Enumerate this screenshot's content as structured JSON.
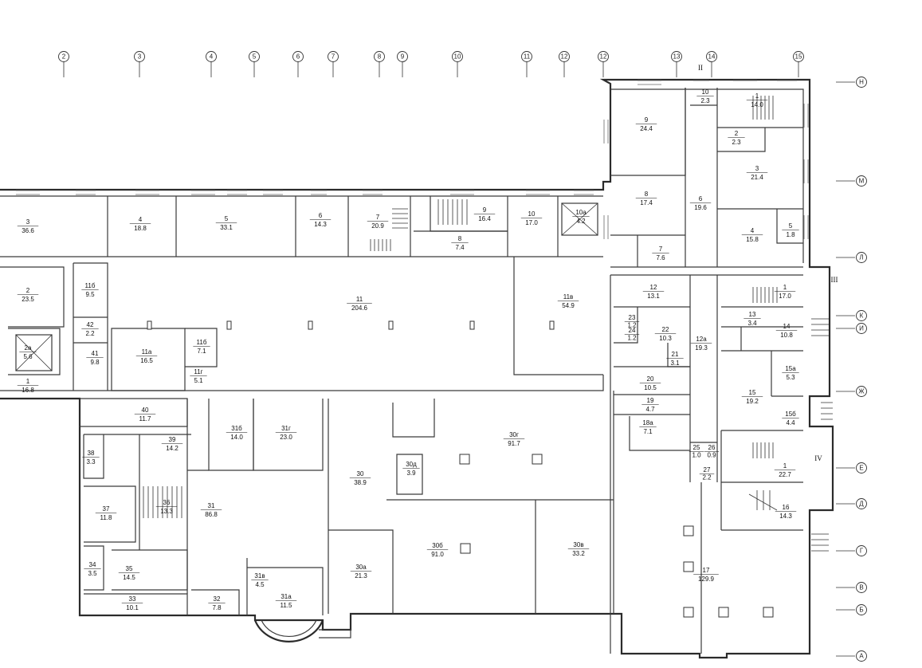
{
  "axes_top": [
    "2",
    "3",
    "4",
    "5",
    "6",
    "7",
    "8",
    "9",
    "10",
    "11",
    "12",
    "12",
    "13",
    "14",
    "15"
  ],
  "axes_right": [
    "Н",
    "М",
    "Л",
    "К",
    "И",
    "Ж",
    "Е",
    "Д",
    "Г",
    "В",
    "Б",
    "А"
  ],
  "sections": [
    "II",
    "III",
    "IV"
  ],
  "rooms": [
    {
      "n": "3",
      "a": "36.6"
    },
    {
      "n": "4",
      "a": "18.8"
    },
    {
      "n": "5",
      "a": "33.1"
    },
    {
      "n": "6",
      "a": "14.3"
    },
    {
      "n": "7",
      "a": "20.9"
    },
    {
      "n": "9",
      "a": "16.4"
    },
    {
      "n": "8",
      "a": "7.4"
    },
    {
      "n": "10",
      "a": "17.0"
    },
    {
      "n": "10а",
      "a": "4.2"
    },
    {
      "n": "2",
      "a": "23.5"
    },
    {
      "n": "11б",
      "a": "9.5"
    },
    {
      "n": "11",
      "a": "204.6"
    },
    {
      "n": "11в",
      "a": "54.9"
    },
    {
      "n": "42",
      "a": "2.2"
    },
    {
      "n": "2а",
      "a": "5.6"
    },
    {
      "n": "41",
      "a": "9.8"
    },
    {
      "n": "11а",
      "a": "16.5"
    },
    {
      "n": "11б",
      "a": "7.1"
    },
    {
      "n": "11г",
      "a": "5.1"
    },
    {
      "n": "1",
      "a": "16.8"
    },
    {
      "n": "40",
      "a": "11.7"
    },
    {
      "n": "31б",
      "a": "14.0"
    },
    {
      "n": "31г",
      "a": "23.0"
    },
    {
      "n": "30г",
      "a": "91.7"
    },
    {
      "n": "38",
      "a": "3.3"
    },
    {
      "n": "39",
      "a": "14.2"
    },
    {
      "n": "30",
      "a": "38.9"
    },
    {
      "n": "30д",
      "a": "3.9"
    },
    {
      "n": "37",
      "a": "11.8"
    },
    {
      "n": "36",
      "a": "13.3"
    },
    {
      "n": "31",
      "a": "86.8"
    },
    {
      "n": "30б",
      "a": "91.0"
    },
    {
      "n": "30в",
      "a": "33.2"
    },
    {
      "n": "34",
      "a": "3.5"
    },
    {
      "n": "35",
      "a": "14.5"
    },
    {
      "n": "31в",
      "a": "4.5"
    },
    {
      "n": "30а",
      "a": "21.3"
    },
    {
      "n": "33",
      "a": "10.1"
    },
    {
      "n": "32",
      "a": "7.8"
    },
    {
      "n": "31а",
      "a": "11.5"
    },
    {
      "n": "9",
      "a": "24.4"
    },
    {
      "n": "10",
      "a": "2.3"
    },
    {
      "n": "1",
      "a": "14.0"
    },
    {
      "n": "2",
      "a": "2.3"
    },
    {
      "n": "3",
      "a": "21.4"
    },
    {
      "n": "8",
      "a": "17.4"
    },
    {
      "n": "6",
      "a": "19.6"
    },
    {
      "n": "4",
      "a": "15.8"
    },
    {
      "n": "5",
      "a": "1.8"
    },
    {
      "n": "7",
      "a": "7.6"
    },
    {
      "n": "12",
      "a": "13.1"
    },
    {
      "n": "1",
      "a": "17.0"
    },
    {
      "n": "23",
      "a": "1.2"
    },
    {
      "n": "24",
      "a": "1.2"
    },
    {
      "n": "22",
      "a": "10.3"
    },
    {
      "n": "13",
      "a": "3.4"
    },
    {
      "n": "14",
      "a": "10.8"
    },
    {
      "n": "12а",
      "a": "19.3"
    },
    {
      "n": "21",
      "a": "3.1"
    },
    {
      "n": "20",
      "a": "10.5"
    },
    {
      "n": "15а",
      "a": "5.3"
    },
    {
      "n": "15",
      "a": "19.2"
    },
    {
      "n": "19",
      "a": "4.7"
    },
    {
      "n": "15б",
      "a": "4.4"
    },
    {
      "n": "18а",
      "a": "7.1"
    },
    {
      "n": "25",
      "a": "1.0"
    },
    {
      "n": "26",
      "a": "0.9"
    },
    {
      "n": "1",
      "a": "22.7"
    },
    {
      "n": "27",
      "a": "2.2"
    },
    {
      "n": "16",
      "a": "14.3"
    },
    {
      "n": "17",
      "a": "129.9"
    }
  ]
}
